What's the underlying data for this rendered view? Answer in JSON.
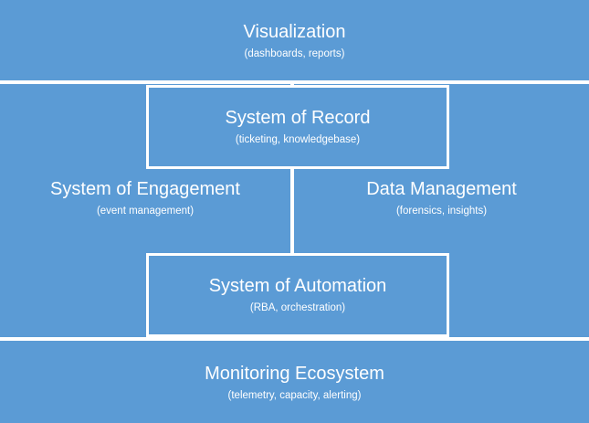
{
  "blocks": {
    "visualization": {
      "title": "Visualization",
      "subtitle": "(dashboards, reports)"
    },
    "system_of_record": {
      "title": "System of Record",
      "subtitle": "(ticketing, knowledgebase)"
    },
    "system_of_engagement": {
      "title": "System of Engagement",
      "subtitle": "(event management)"
    },
    "data_management": {
      "title": "Data Management",
      "subtitle": "(forensics, insights)"
    },
    "system_of_automation": {
      "title": "System of Automation",
      "subtitle": "(RBA, orchestration)"
    },
    "monitoring_ecosystem": {
      "title": "Monitoring Ecosystem",
      "subtitle": "(telemetry, capacity, alerting)"
    }
  },
  "colors": {
    "block_fill": "#5b9bd5",
    "separator": "#ffffff",
    "text": "#ffffff"
  }
}
